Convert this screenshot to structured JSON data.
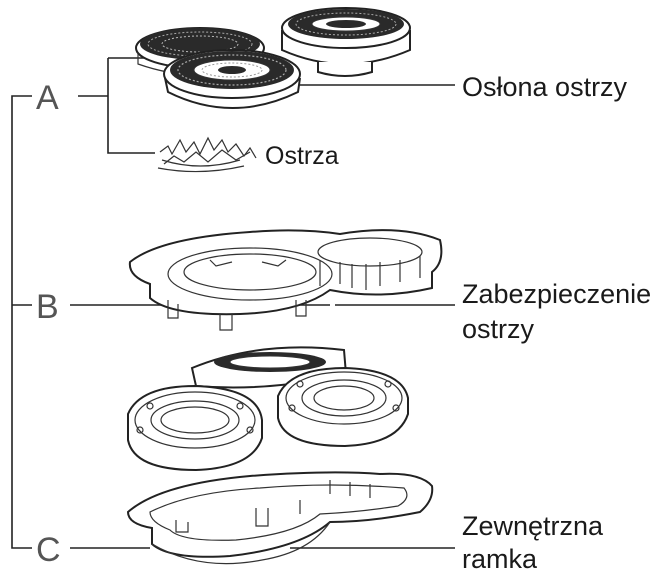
{
  "groups": {
    "a": {
      "letter": "A"
    },
    "b": {
      "letter": "B"
    },
    "c": {
      "letter": "C"
    }
  },
  "labels": {
    "blade_cover": "Osłona ostrzy",
    "blades": "Ostrza",
    "blade_guard_line1": "Zabezpieczenie",
    "blade_guard_line2": "ostrzy",
    "outer_frame_line1": "Zewnętrzna",
    "outer_frame_line2": "ramka"
  },
  "colors": {
    "ink": "#222222",
    "letter": "#555555",
    "background": "#ffffff"
  }
}
